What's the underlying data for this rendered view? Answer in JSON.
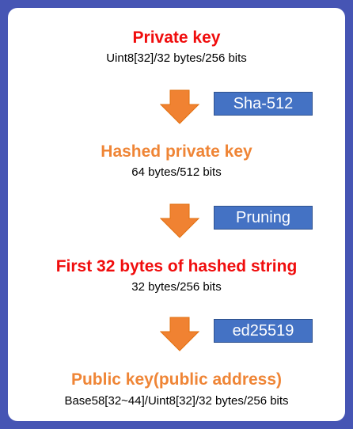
{
  "steps": [
    {
      "title": "Private key",
      "subtitle": "Uint8[32]/32 bytes/256 bits",
      "color": "#f00d0d"
    },
    {
      "title": "Hashed private key",
      "subtitle": "64 bytes/512 bits",
      "color": "#ef8536"
    },
    {
      "title": "First 32 bytes of hashed string",
      "subtitle": "32 bytes/256 bits",
      "color": "#f00d0d"
    },
    {
      "title": "Public key(public address)",
      "subtitle": "Base58[32~44]/Uint8[32]/32 bytes/256 bits",
      "color": "#ef8536"
    }
  ],
  "operations": [
    {
      "label": "Sha-512"
    },
    {
      "label": "Pruning"
    },
    {
      "label": "ed25519"
    }
  ],
  "colors": {
    "background": "#4655b4",
    "arrow": "#f08232",
    "op_box": "#4472c4"
  }
}
